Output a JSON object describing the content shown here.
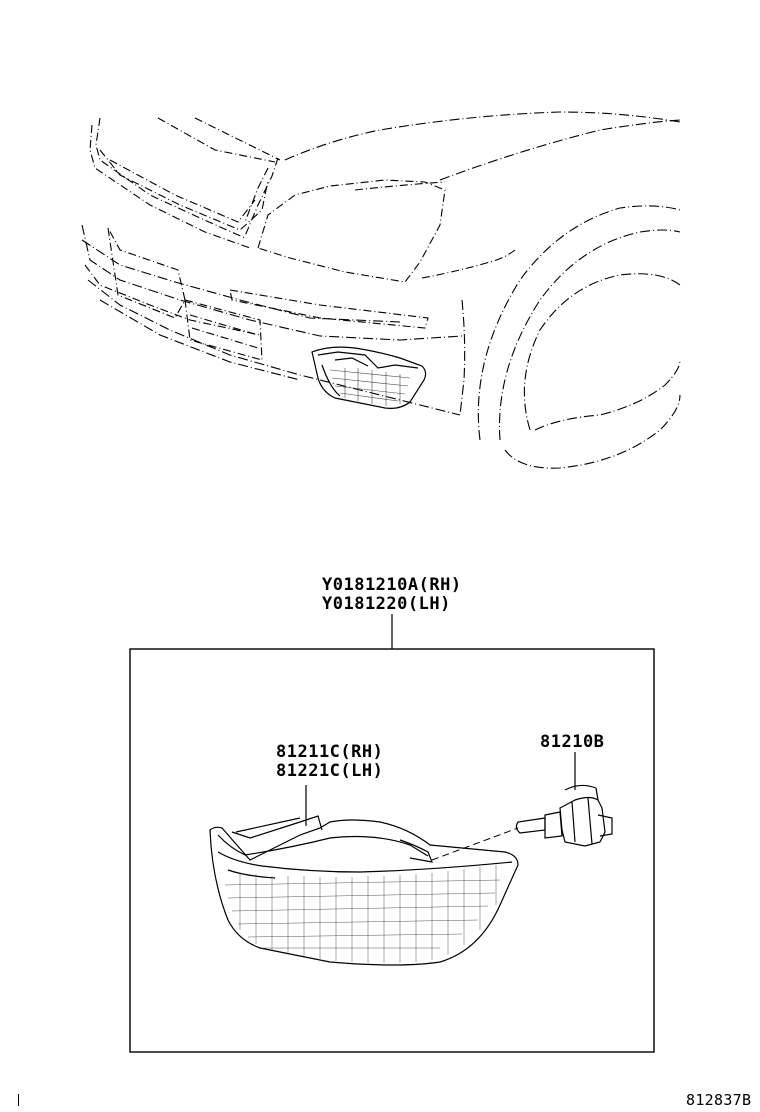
{
  "callouts": {
    "assembly_rh": "Y0181210A(RH)",
    "assembly_lh": "Y0181220(LH)",
    "lens_rh": "81211C(RH)",
    "lens_lh": "81221C(LH)",
    "bulb": "81210B"
  },
  "figure_code": "812837B",
  "colors": {
    "line": "#000000",
    "background": "#ffffff"
  }
}
